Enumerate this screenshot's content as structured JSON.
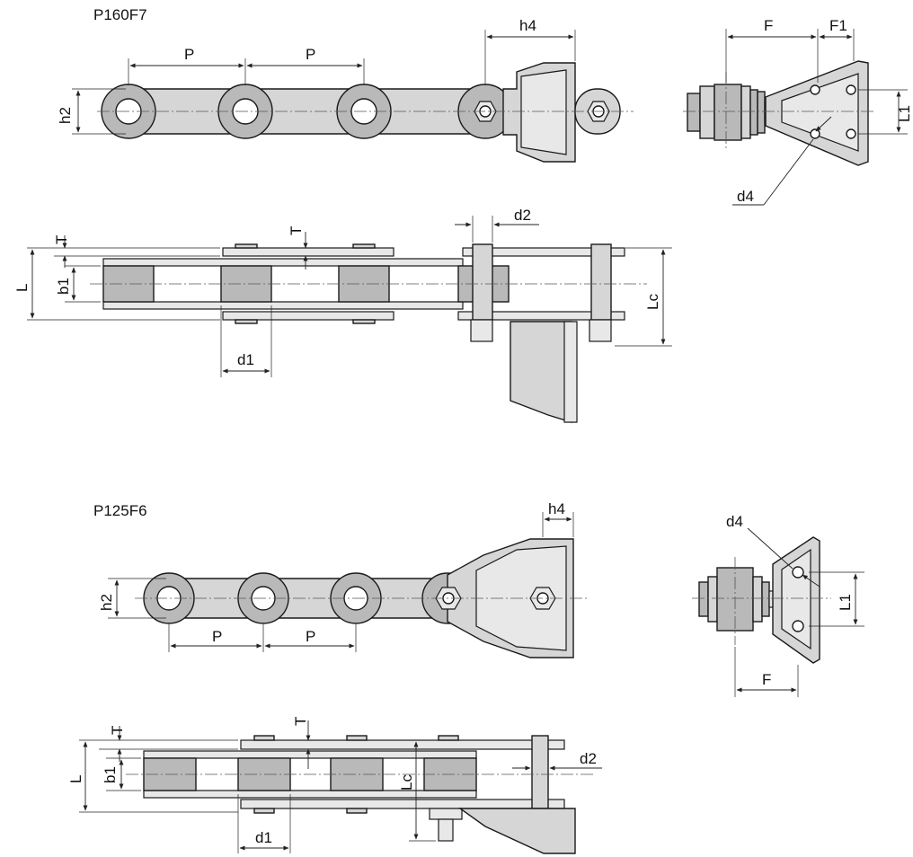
{
  "diagram_1": {
    "title": "P160F7",
    "labels": {
      "pitch_1": "P",
      "pitch_2": "P",
      "attachment_height": "h4",
      "link_height": "h2",
      "flange": "F",
      "flange_1": "F1",
      "hole_spacing": "L1",
      "hole_diameter": "d4",
      "plate_thickness": "T",
      "pin_diameter": "d2",
      "overall_length": "L",
      "inner_width": "b1",
      "roller_diameter": "d1",
      "attachment_length": "Lc"
    }
  },
  "diagram_2": {
    "title": "P125F6",
    "labels": {
      "attachment_height": "h4",
      "hole_diameter": "d4",
      "link_height": "h2",
      "hole_spacing": "L1",
      "pitch_1": "P",
      "pitch_2": "P",
      "flange": "F",
      "plate_thickness_1": "T",
      "plate_thickness_2": "T",
      "pin_diameter": "d2",
      "overall_length": "L",
      "inner_width": "b1",
      "attachment_length": "Lc",
      "roller_diameter": "d1"
    }
  },
  "colors": {
    "steel": "#d6d6d6",
    "steel_dark": "#b9b9b9",
    "line": "#1a1a1a"
  }
}
